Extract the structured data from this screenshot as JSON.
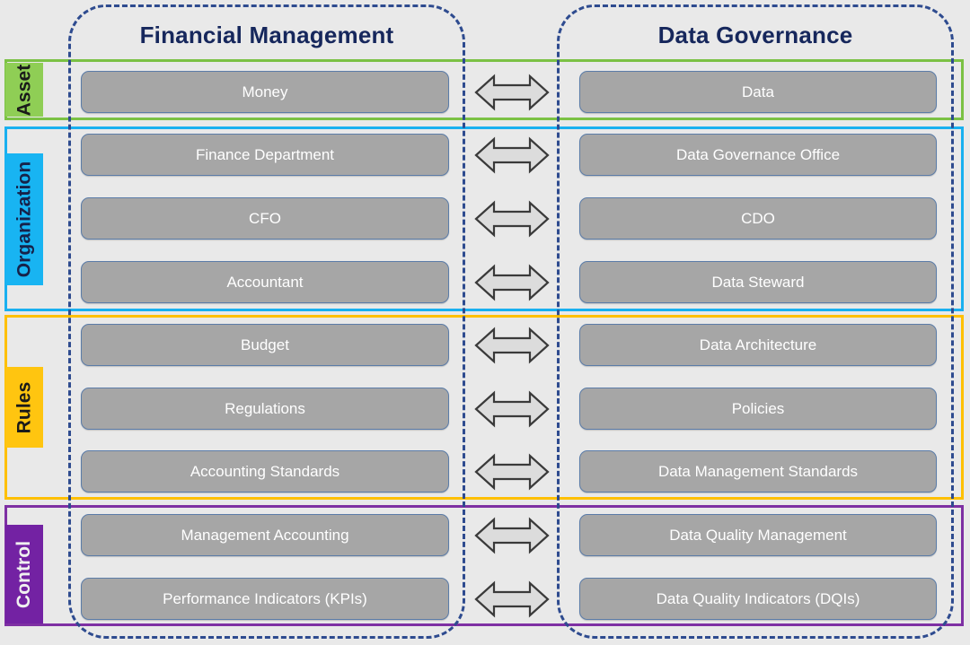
{
  "diagram": {
    "title_left": "Financial Management",
    "title_right": "Data Governance",
    "colors": {
      "background": "#e9e9e9",
      "pillar_border": "#2e4b8f",
      "title_text": "#16275c",
      "box_fill": "#a6a6a6",
      "box_border": "#5b7ca8",
      "box_text": "#ffffff",
      "asset": "#8fce55",
      "organization": "#18b4f2",
      "rules": "#ffc510",
      "control": "#7322a3"
    },
    "categories": [
      {
        "key": "asset",
        "label": "Asset"
      },
      {
        "key": "organization",
        "label": "Organization"
      },
      {
        "key": "rules",
        "label": "Rules"
      },
      {
        "key": "control",
        "label": "Control"
      }
    ],
    "rows": [
      {
        "category": "asset",
        "left": "Money",
        "right": "Data",
        "arrow": "double-headed-arrow"
      },
      {
        "category": "organization",
        "left": "Finance Department",
        "right": "Data Governance Office",
        "arrow": "double-headed-arrow"
      },
      {
        "category": "organization",
        "left": "CFO",
        "right": "CDO",
        "arrow": "double-headed-arrow"
      },
      {
        "category": "organization",
        "left": "Accountant",
        "right": "Data Steward",
        "arrow": "double-headed-arrow"
      },
      {
        "category": "rules",
        "left": "Budget",
        "right": "Data Architecture",
        "arrow": "double-headed-arrow"
      },
      {
        "category": "rules",
        "left": "Regulations",
        "right": "Policies",
        "arrow": "double-headed-arrow"
      },
      {
        "category": "rules",
        "left": "Accounting Standards",
        "right": "Data Management Standards",
        "arrow": "double-headed-arrow"
      },
      {
        "category": "control",
        "left": "Management Accounting",
        "right": "Data Quality Management",
        "arrow": "double-headed-arrow"
      },
      {
        "category": "control",
        "left": "Performance Indicators (KPIs)",
        "right": "Data Quality Indicators (DQIs)",
        "arrow": "double-headed-arrow"
      }
    ]
  }
}
